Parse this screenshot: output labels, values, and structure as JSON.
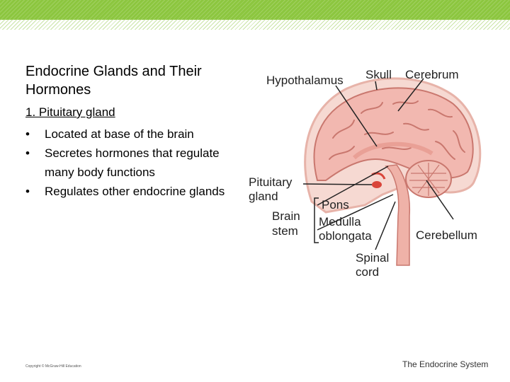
{
  "slide": {
    "title": "Endocrine Glands and Their Hormones",
    "subheading": "1. Pituitary gland",
    "bullets": [
      {
        "marker": "•",
        "text": "Located at base of the brain"
      },
      {
        "marker": "•",
        "text": "Secretes hormones that regulate many body functions"
      },
      {
        "marker": "•",
        "text": "Regulates other endocrine glands"
      }
    ],
    "copyright": "Copyright © McGraw-Hill Education",
    "footer": "The Endocrine System"
  },
  "diagram": {
    "labels": {
      "hypothalamus": "Hypothalamus",
      "skull": "Skull",
      "cerebrum": "Cerebrum",
      "pituitary_1": "Pituitary",
      "pituitary_2": "gland",
      "brain_1": "Brain",
      "brain_2": "stem",
      "pons": "Pons",
      "medulla_1": "Medulla",
      "medulla_2": "oblongata",
      "cerebellum": "Cerebellum",
      "spinal_1": "Spinal",
      "spinal_2": "cord"
    }
  },
  "colors": {
    "header_green": "#8cc63f",
    "brain_pink": "#f2b8b0",
    "brain_fold": "#c9776e"
  }
}
